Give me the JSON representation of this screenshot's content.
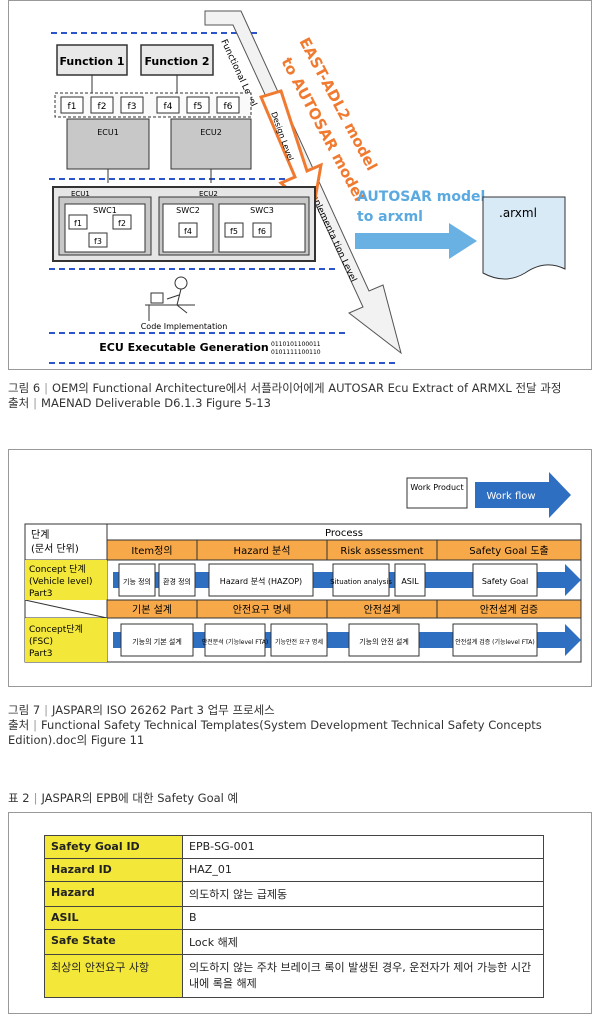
{
  "figure6": {
    "function1": "Function 1",
    "function2": "Function 2",
    "f_labels": [
      "f1",
      "f2",
      "f3",
      "f4",
      "f5",
      "f6"
    ],
    "ecu1_small": "ECU1",
    "ecu2_small": "ECU2",
    "ecu1": "ECU1",
    "ecu2": "ECU2",
    "swc1": "SWC1",
    "swc2": "SWC2",
    "swc3": "SWC3",
    "functional_level": "Functional Level",
    "design_level": "Design Level",
    "implementation_level": "Implementa tion Level",
    "east_adl_line1": "EAST-ADL2 model",
    "east_adl_line2": "to AUTOSAR model",
    "autosar_line1": "AUTOSAR model",
    "autosar_line2": "to arxml",
    "arxml": ".arxml",
    "code_impl": "Code Implementation",
    "ecu_exec": "ECU Executable Generation",
    "binary1": "0110101100011",
    "binary2": "0101111100110"
  },
  "caption6": {
    "label": "그림 6",
    "text": "OEM의 Functional Architecture에서 서플라이어에게 AUTOSAR Ecu Extract of ARMXL 전달 과정",
    "source_label": "출처",
    "source": "MAENAD Deliverable D6.1.3 Figure 5-13"
  },
  "figure7": {
    "work_product": "Work Product",
    "work_flow": "Work flow",
    "header_stage": "단계",
    "header_stage_sub": "(문서 단위)",
    "header_process": "Process",
    "phases_top": [
      "Item정의",
      "Hazard 분석",
      "Risk assessment",
      "Safety Goal 도출"
    ],
    "row1_label": [
      "Concept 단계",
      "(Vehicle level)",
      "Part3"
    ],
    "row1_boxes": [
      "기능 정의",
      "환경 정의",
      "Hazard 분석 (HAZOP)",
      "Situation analysis",
      "ASIL",
      "Safety Goal"
    ],
    "phases_bottom": [
      "기본 설계",
      "안전요구 명세",
      "안전설계",
      "안전설계 검증"
    ],
    "row2_label": [
      "Concept단계",
      "(FSC)",
      "Part3"
    ],
    "row2_boxes": [
      "기능의 기본 설계",
      "안전분석 (기능level FTA)",
      "기능안전 요구 명세",
      "기능의 안전 설계",
      "안전설계 검증 (기능level FTA)"
    ]
  },
  "caption7": {
    "label": "그림 7",
    "text": "JASPAR의 ISO 26262 Part 3 업무 프로세스",
    "source_label": "출처",
    "source": "Functional Safety Technical Templates(System Development Technical Safety Concepts Edition).doc의 Figure 11"
  },
  "table2": {
    "label": "표 2",
    "title": "JASPAR의 EPB에 대한 Safety Goal 예",
    "rows": [
      {
        "k": "Safety Goal ID",
        "v": "EPB-SG-001"
      },
      {
        "k": "Hazard ID",
        "v": "HAZ_01"
      },
      {
        "k": "Hazard",
        "v": "의도하지 않는 급제동"
      },
      {
        "k": "ASIL",
        "v": "B"
      },
      {
        "k": "Safe State",
        "v": "Lock 해제"
      },
      {
        "k": "최상의 안전요구 사항",
        "v": "의도하지 않는 주차 브레이크 록이 발생된 경우, 운전자가 제어 가능한 시간 내에 록을 해제"
      }
    ]
  }
}
